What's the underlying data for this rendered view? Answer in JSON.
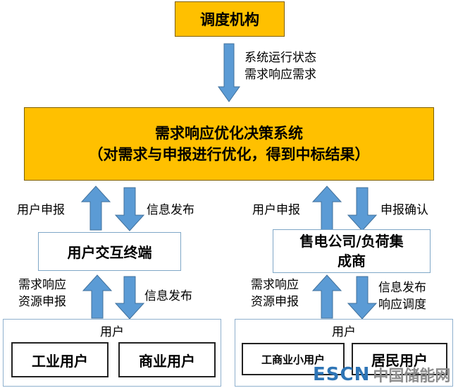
{
  "top_box": "调度机构",
  "arrow_top_label": [
    "系统运行状态",
    "需求响应需求"
  ],
  "main_box": {
    "line1": "需求响应优化决策系统",
    "line2": "（对需求与申报进行优化，得到中标结果）"
  },
  "left": {
    "up_label": "用户申报",
    "down_label": "信息发布",
    "terminal": "用户交互终端",
    "lower_up_label": [
      "需求响应",
      "资源申报"
    ],
    "lower_down_label": "信息发布",
    "group_title": "用户",
    "users": [
      "工业用户",
      "商业用户"
    ]
  },
  "right": {
    "up_label": "用户申报",
    "down_label": "申报确认",
    "aggregator": [
      "售电公司/负荷集",
      "成商"
    ],
    "lower_up_label": [
      "需求响应",
      "资源申报"
    ],
    "lower_down_label": [
      "信息发布",
      "响应调度"
    ],
    "group_title": "用户",
    "users": [
      "工商业小用户",
      "居民用户"
    ]
  },
  "watermark": {
    "latin": "ESCN",
    "cjk": "中国储能网"
  },
  "colors": {
    "orange": "#FFC000",
    "arrow_fill": "#5B9BD5",
    "arrow_stroke": "#41719C",
    "watermark_blue": "#2E75B6",
    "watermark_gray": "#8C8C8C"
  }
}
